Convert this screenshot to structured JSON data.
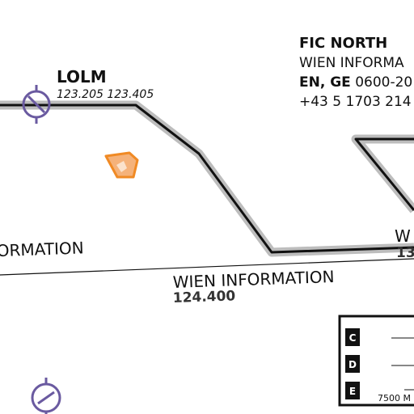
{
  "map": {
    "waypoint": {
      "name": "LOLM",
      "frequencies": "123.205 123.405"
    },
    "fic": {
      "title": "FIC NORTH",
      "name": "WIEN INFORMA",
      "lang_label": "EN, GE",
      "hours": " 0600-20",
      "phone": "+43 5 1703 214"
    },
    "regions": {
      "left_label": "ORMATION",
      "center_label": "WIEN INFORMATION",
      "center_freq": "124.400",
      "right_label_partial": "W",
      "right_freq_partial": "13"
    },
    "legend": {
      "rows": [
        {
          "code": "C"
        },
        {
          "code": "D"
        },
        {
          "code": "E"
        }
      ],
      "bottom_text": "7500 M"
    },
    "colors": {
      "route_halo": "#bdbdbd",
      "route_line": "#111111",
      "navaid": "#6a5aa0",
      "obstacle_outline": "#f08a24",
      "obstacle_fill": "#f5b27a"
    }
  }
}
